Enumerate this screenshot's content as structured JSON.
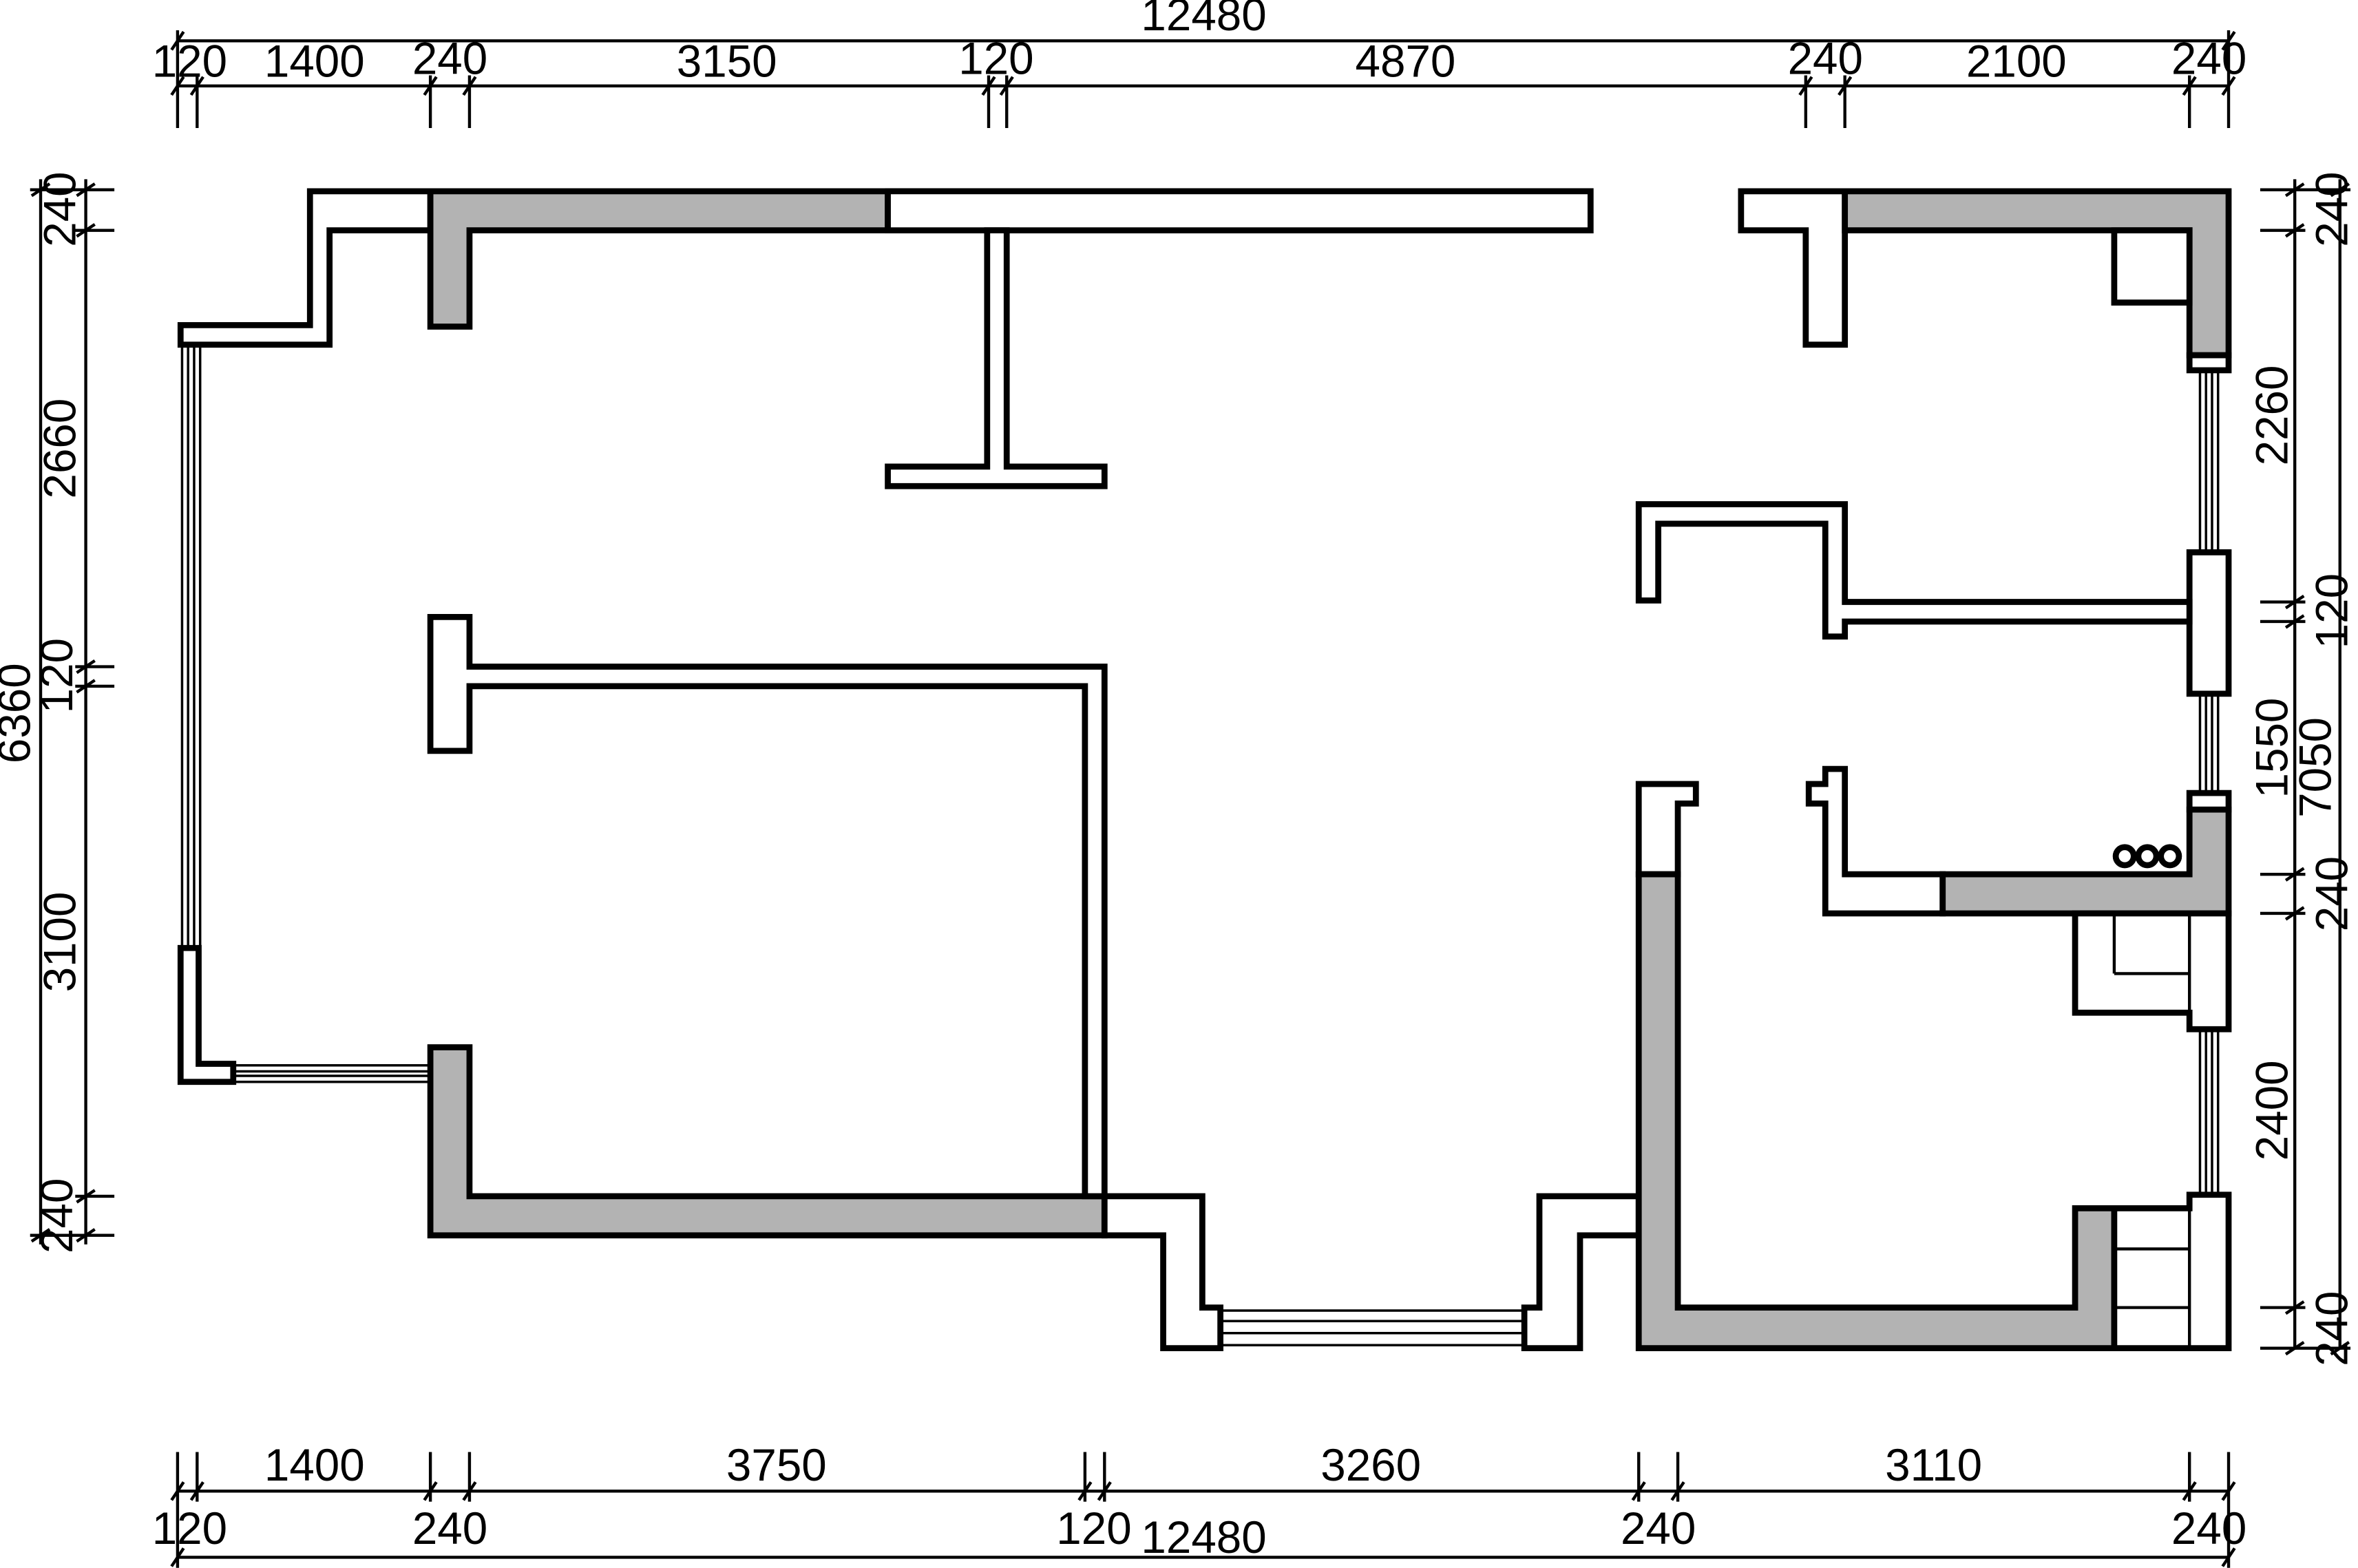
{
  "dimensions": {
    "top_total": "12480",
    "top_segments": [
      "120",
      "1400",
      "240",
      "3150",
      "120",
      "4870",
      "240",
      "2100",
      "240"
    ],
    "bottom_segments": [
      "1400",
      "3750",
      "3260",
      "3110"
    ],
    "bottom_small": [
      "120",
      "240",
      "120",
      "240",
      "240"
    ],
    "bottom_total": "12480",
    "left_total": "6360",
    "left_segments": [
      "240",
      "2660",
      "120",
      "3100",
      "240"
    ],
    "right_total": "7050",
    "right_segments": [
      "240",
      "2260",
      "120",
      "1550",
      "240",
      "2400",
      "240"
    ]
  },
  "colors": {
    "line": "#000000",
    "wall_fill": "#ffffff",
    "shaded_wall": "#b3b3b3"
  }
}
